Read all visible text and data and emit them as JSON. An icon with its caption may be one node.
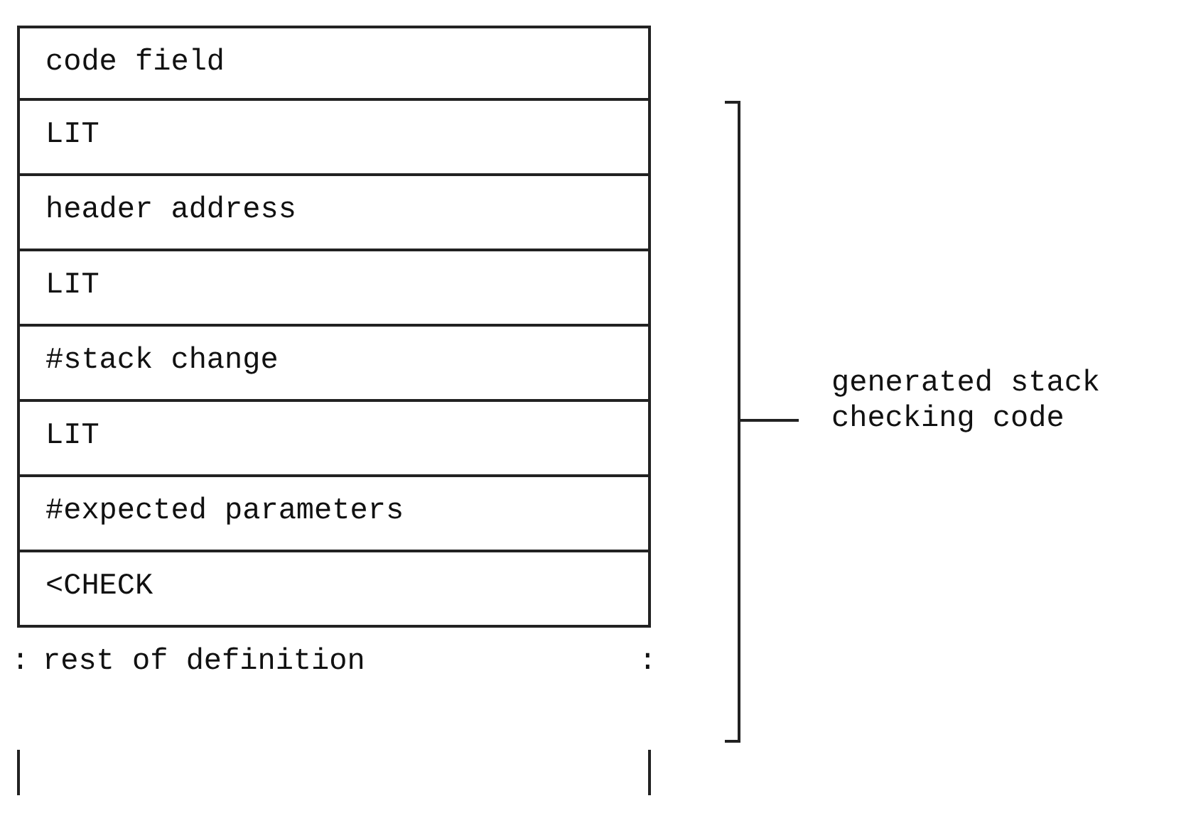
{
  "diagram": {
    "nodes": [
      {
        "text": [
          "code field"
        ]
      },
      {
        "text": [
          "LIT"
        ]
      },
      {
        "text": [
          "header address"
        ]
      },
      {
        "text": [
          "LIT"
        ]
      },
      {
        "text": [
          "#stack change"
        ]
      },
      {
        "text": [
          "LIT"
        ]
      },
      {
        "text": [
          "#expected parameters"
        ]
      },
      {
        "text": [
          "<CHECK"
        ]
      },
      {
        "text": [
          ":",
          "rest of definition",
          ":"
        ]
      }
    ],
    "labels": [
      "generated stack checking code"
    ]
  }
}
